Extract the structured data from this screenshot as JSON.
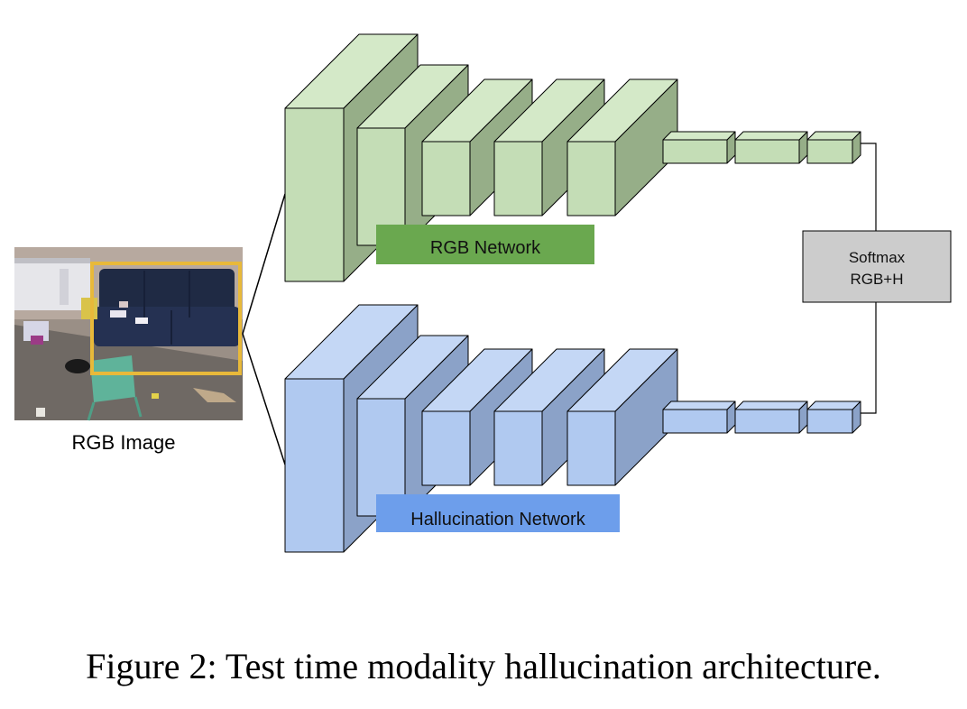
{
  "input": {
    "label": "RGB Image"
  },
  "networks": {
    "rgb": {
      "label": "RGB Network",
      "colors": {
        "front": "#c4ddb6",
        "side": "#96ae88",
        "top": "#d4e9c8",
        "label_bg": "#6aa84f"
      }
    },
    "hallucination": {
      "label": "Hallucination Network",
      "colors": {
        "front": "#b0c9f0",
        "side": "#8ba2c8",
        "top": "#c4d7f5",
        "label_bg": "#6d9eeb"
      }
    }
  },
  "fusion": {
    "line1": "Softmax",
    "line2": "RGB+H",
    "color": "#cccccc"
  },
  "caption": "Figure 2: Test time modality hallucination architecture."
}
